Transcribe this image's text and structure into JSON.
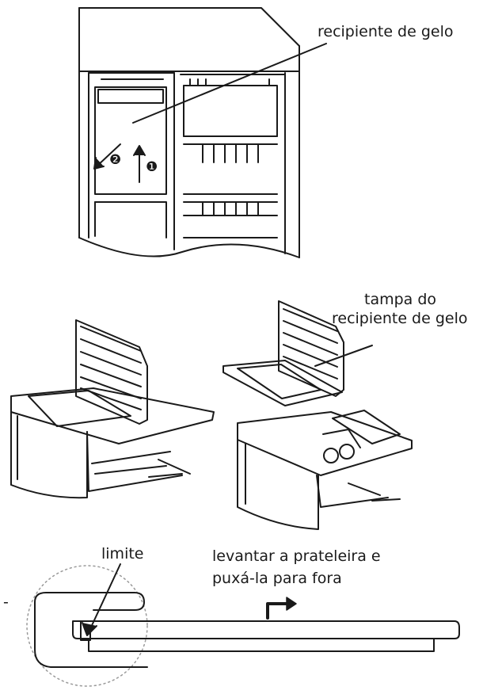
{
  "labels": {
    "ice_bin": "recipiente de gelo",
    "lid_line1": "tampa do",
    "lid_line2": "recipiente de gelo",
    "limit": "limite",
    "lift_line1": "levantar a prateleira e",
    "lift_line2": "puxá-la para fora",
    "dash": "-"
  },
  "steps": [
    "❷",
    "❶"
  ],
  "colors": {
    "line": "#1a1a1a",
    "dotted": "#9a9a9a"
  }
}
